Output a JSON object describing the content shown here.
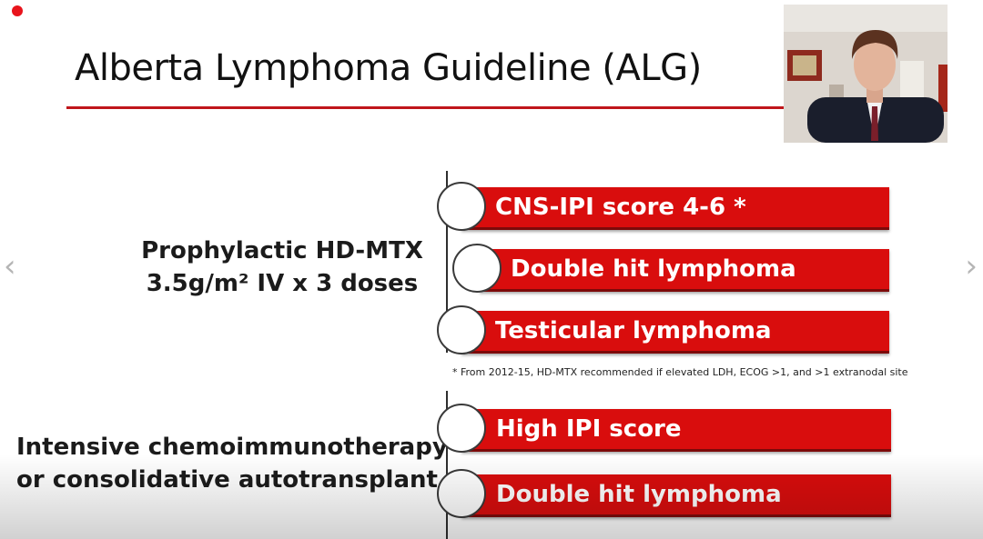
{
  "slide": {
    "title": "Alberta Lymphoma Guideline (ALG)",
    "groups": [
      {
        "label_line1": "Prophylactic HD-MTX",
        "label_line2": "3.5g/m² IV x 3 doses",
        "items": [
          "CNS-IPI score 4-6 *",
          "Double hit lymphoma",
          "Testicular lymphoma"
        ]
      },
      {
        "label_line1": "Intensive chemoimmunotherapy",
        "label_line2": "or consolidative autotransplant",
        "items": [
          "High IPI score",
          "Double hit lymphoma"
        ]
      }
    ],
    "footnote": "* From 2012-15, HD-MTX recommended if elevated LDH, ECOG >1, and >1 extranodal site"
  },
  "navigation": {
    "prev_icon": "chevron-left-icon",
    "next_icon": "chevron-right-icon"
  },
  "colors": {
    "accent": "#c0161b",
    "bar": "#d90d0d",
    "recording": "#e8141c"
  }
}
